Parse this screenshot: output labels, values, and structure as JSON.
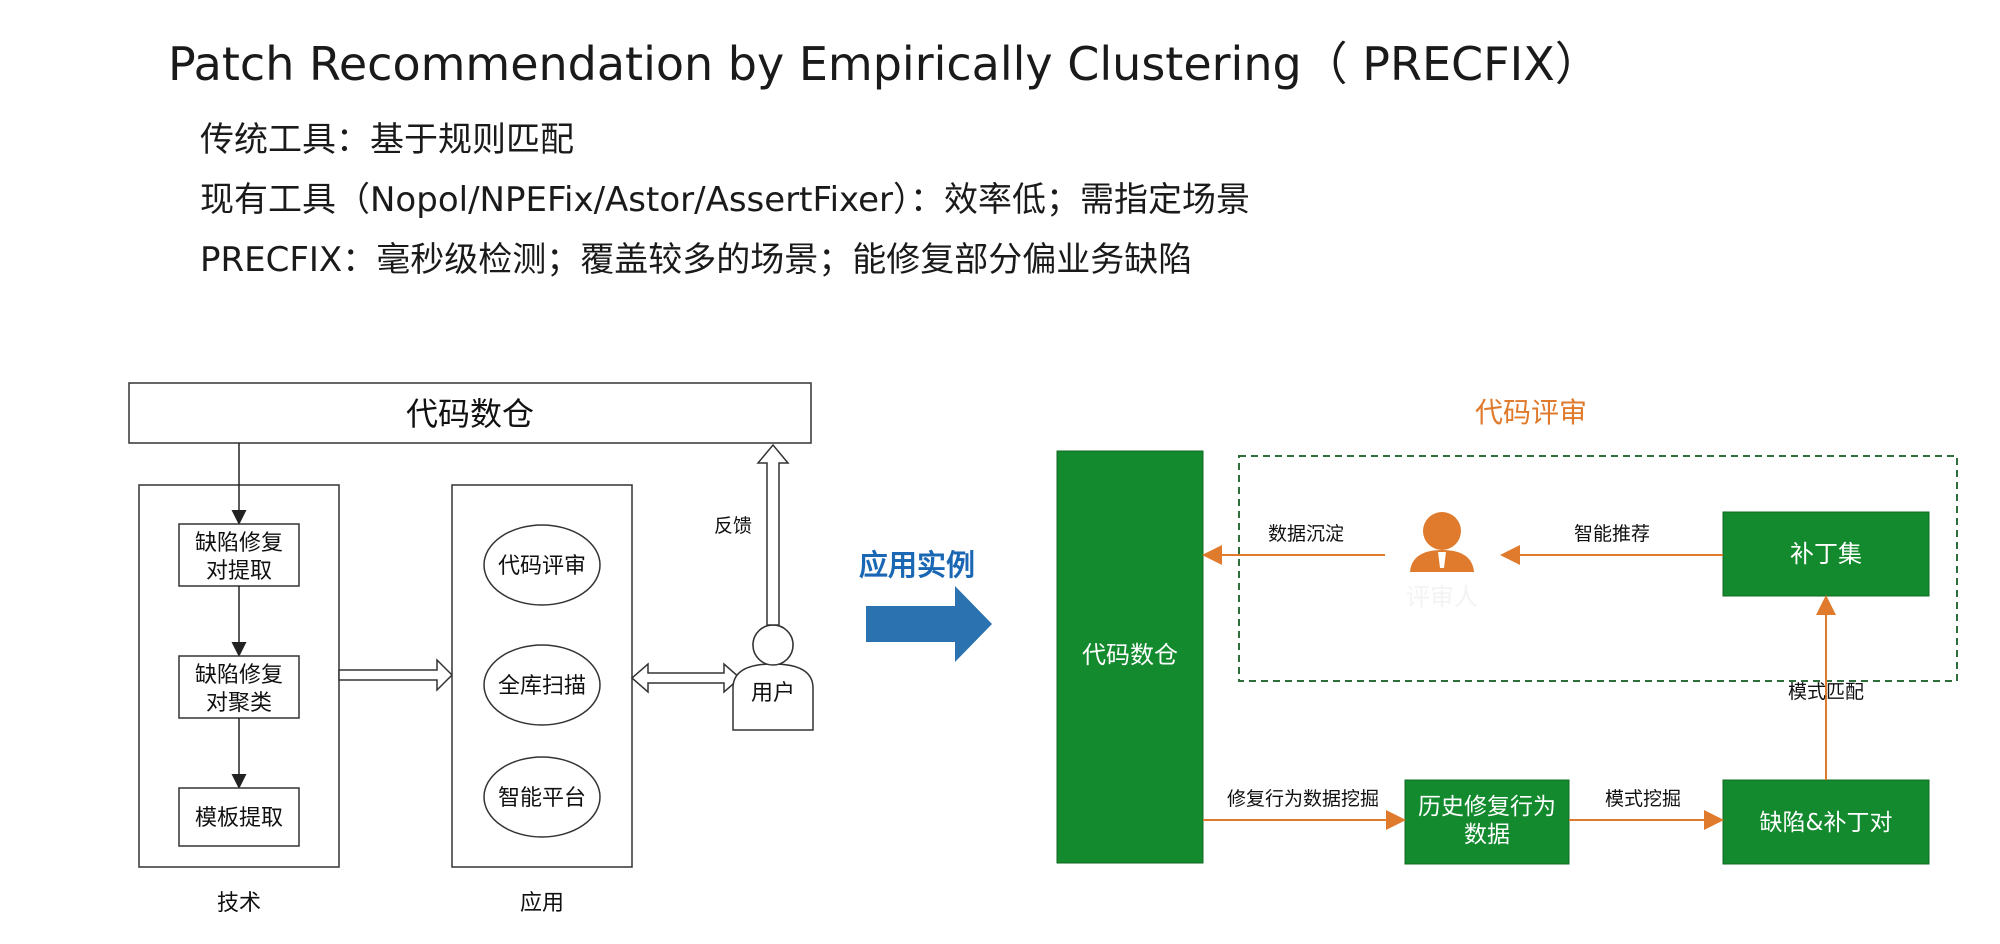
{
  "title": "Patch Recommendation by Empirically Clustering（ PRECFIX）",
  "bullets": [
    "传统工具：基于规则匹配",
    "现有工具（Nopol/NPEFix/Astor/AssertFixer）：效率低；需指定场景",
    "PRECFIX：毫秒级检测；覆盖较多的场景；能修复部分偏业务缺陷"
  ],
  "left_diagram": {
    "warehouse": "代码数仓",
    "tech_steps": [
      "缺陷修复\n对提取",
      "缺陷修复\n对聚类",
      "模板提取"
    ],
    "tech_label": "技术",
    "apps": [
      "代码评审",
      "全库扫描",
      "智能平台"
    ],
    "app_label": "应用",
    "feedback": "反馈",
    "user": "用户"
  },
  "middle_arrow_label": "应用实例",
  "right_diagram": {
    "code_review_title": "代码评审",
    "warehouse": "代码数仓",
    "patch_set": "补丁集",
    "reviewer": "评审人",
    "history_data": "历史修复行为\n数据",
    "defect_patch_pair": "缺陷&补丁对",
    "edge_data_settle": "数据沉淀",
    "edge_smart_recommend": "智能推荐",
    "edge_pattern_match": "模式匹配",
    "edge_repair_mining": "修复行为数据挖掘",
    "edge_pattern_mining": "模式挖掘"
  },
  "colors": {
    "green": "#138a2e",
    "orange": "#e07a2c",
    "blue_arrow": "#2a72b0",
    "blue_text": "#1a67b4",
    "dashed": "#2e6e3b"
  }
}
